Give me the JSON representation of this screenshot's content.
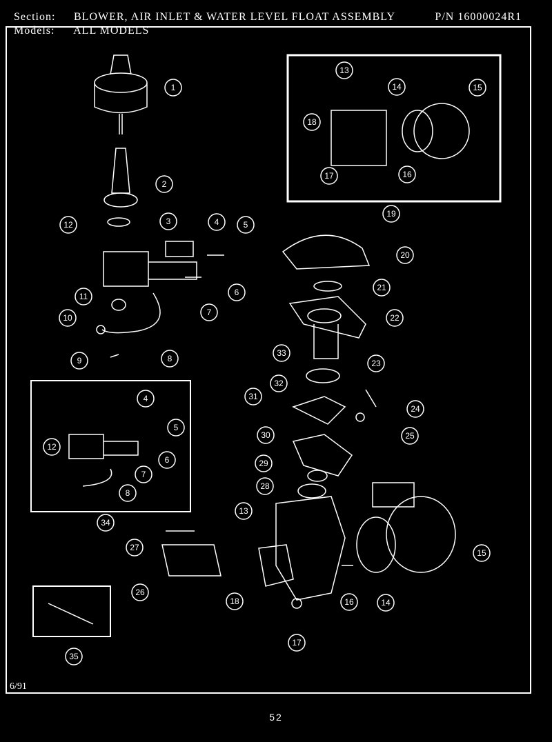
{
  "header": {
    "section_label": "Section:",
    "section_title": "BLOWER, AIR INLET & WATER LEVEL FLOAT ASSEMBLY",
    "part_number": "P/N 16000024R1",
    "models_label": "Models:",
    "models_value": "ALL MODELS"
  },
  "footer": {
    "date": "6/91",
    "page_number": "52"
  },
  "callouts": [
    "1",
    "2",
    "3",
    "4",
    "5",
    "6",
    "7",
    "8",
    "9",
    "10",
    "11",
    "12",
    "4",
    "5",
    "12",
    "6",
    "7",
    "8",
    "34",
    "13",
    "14",
    "15",
    "18",
    "17",
    "16",
    "19",
    "20",
    "21",
    "22",
    "33",
    "23",
    "32",
    "24",
    "31",
    "25",
    "30",
    "29",
    "28",
    "13",
    "15",
    "27",
    "26",
    "18",
    "16",
    "14",
    "17",
    "35"
  ]
}
